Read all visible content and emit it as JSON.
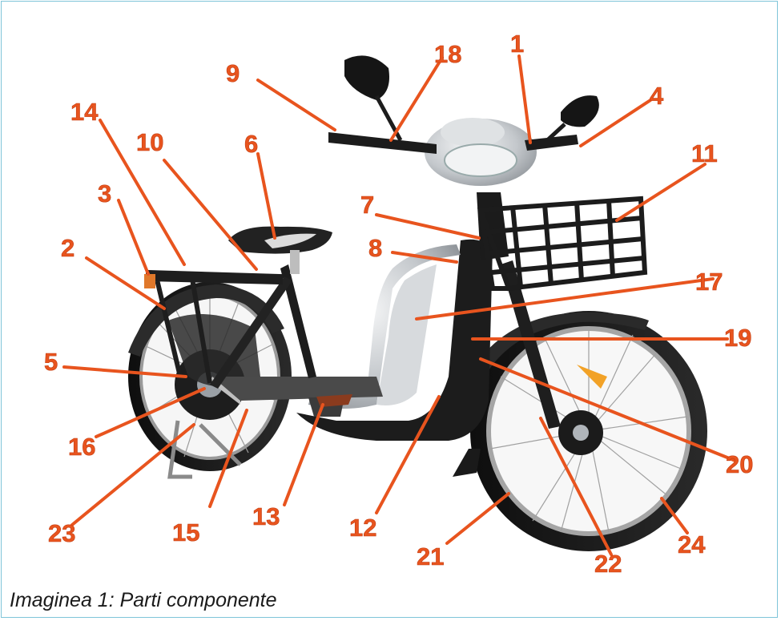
{
  "figure": {
    "caption": "Imaginea 1: Parti componente",
    "callouts": [
      "1",
      "2",
      "3",
      "4",
      "5",
      "6",
      "7",
      "8",
      "9",
      "10",
      "11",
      "12",
      "13",
      "14",
      "15",
      "16",
      "17",
      "18",
      "19",
      "20",
      "21",
      "22",
      "23",
      "24"
    ]
  },
  "colors": {
    "callout": "#e8541e",
    "frame_border": "#7fc4d9",
    "body_silver": "#c9ccd0",
    "body_black": "#1c1c1c"
  }
}
